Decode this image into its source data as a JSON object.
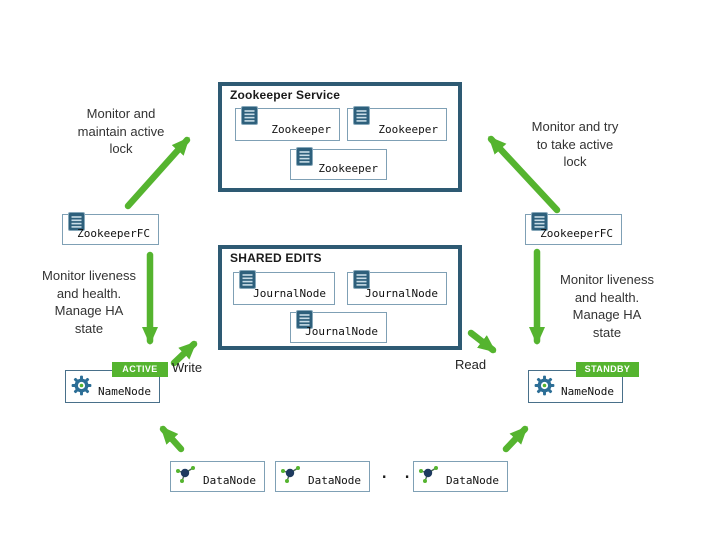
{
  "colors": {
    "arrow_green": "#55b42f",
    "badge_green": "#55b42f",
    "container_border": "#2e5a73",
    "node_border": "#7fa0b5",
    "icon_teal": "#2e607c",
    "gear_blue": "#2c6e96",
    "datanode_navy": "#1e3a5f"
  },
  "zookeeper_service": {
    "title": "Zookeeper Service",
    "nodes": [
      "Zookeeper",
      "Zookeeper",
      "Zookeeper"
    ]
  },
  "shared_edits": {
    "title": "SHARED EDITS",
    "nodes": [
      "JournalNode",
      "JournalNode",
      "JournalNode"
    ]
  },
  "failover_controllers": {
    "left": "ZookeeperFC",
    "right": "ZookeeperFC"
  },
  "namenodes": {
    "left": {
      "label": "NameNode",
      "badge": "ACTIVE"
    },
    "right": {
      "label": "NameNode",
      "badge": "STANDBY"
    }
  },
  "datanodes": {
    "nodes": [
      "DataNode",
      "DataNode",
      "DataNode"
    ],
    "ellipsis": ". ."
  },
  "annotations": {
    "monitor_maintain": "Monitor and\nmaintain active\nlock",
    "monitor_take": "Monitor and try\nto take active\nlock",
    "monitor_health_left": "Monitor liveness\nand health.\nManage HA\nstate",
    "monitor_health_right": "Monitor liveness\nand health.\nManage HA\nstate",
    "write": "Write",
    "read": "Read"
  }
}
